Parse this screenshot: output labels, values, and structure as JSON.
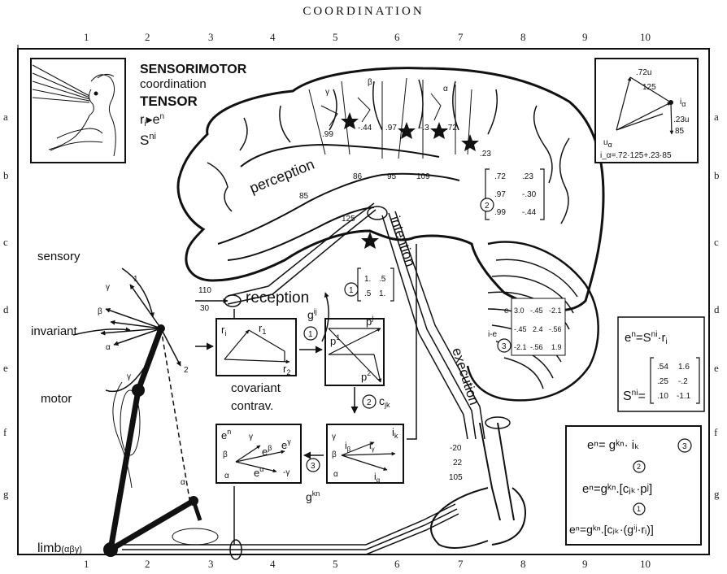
{
  "title": "COORDINATION",
  "grid": {
    "columns": [
      "1",
      "2",
      "3",
      "4",
      "5",
      "6",
      "7",
      "8",
      "9",
      "10"
    ],
    "rows": [
      "a",
      "b",
      "c",
      "d",
      "e",
      "f",
      "g"
    ]
  },
  "header_box": {
    "line1": "SENSORIMOTOR",
    "line2": "coordination",
    "line3": "TENSOR",
    "line4": "r",
    "line4_sub": "i",
    "line4_arrow": "▸",
    "line4_end": "e",
    "line4_end_sup": "n",
    "line5": "S",
    "line5_sup": "ni"
  },
  "left_labels": {
    "sensory": "sensory",
    "invariant": "invariant",
    "motor": "motor",
    "limb": "limb",
    "limb_sub": "(αβγ)",
    "gamma": "γ",
    "beta": "β",
    "alpha": "α",
    "one": "1",
    "two": "2"
  },
  "brain_labels": {
    "perception": "perception",
    "reception": "reception",
    "intention": "intention",
    "execution": "execution",
    "n86": "86",
    "n95": "95",
    "n109": "109",
    "n85": "85",
    "n125": "125",
    "n110": "110",
    "n30": "30",
    "n99": ".99",
    "n44": "-.44",
    "n97": ".97",
    "n3": "-.3",
    "n72": ".72",
    "n23": ".23",
    "beta": "β",
    "gamma": "γ",
    "alpha": "α",
    "nm20": "-20",
    "n22": "22",
    "n105": "105",
    "e_label": "e",
    "ie_label": "i-e"
  },
  "matrix_perception": {
    "circle": "2",
    "rows": [
      [
        ".72",
        ".23"
      ],
      [
        ".97",
        "-.30"
      ],
      [
        ".99",
        "-.44"
      ]
    ]
  },
  "matrix_g": {
    "circle": "1",
    "rows": [
      [
        "1.",
        ".5"
      ],
      [
        ".5",
        "1."
      ]
    ]
  },
  "cerebellum_matrix": {
    "circle": "3",
    "rows": [
      [
        "3.0",
        "-.45",
        "-2.1"
      ],
      [
        "-.45",
        "2.4",
        "-.56"
      ],
      [
        "-2.1",
        "-.56",
        "1.9"
      ]
    ]
  },
  "inset_vector": {
    "u72": ".72u",
    "n125": "125",
    "ia": "i",
    "ia_sub": "α",
    "u23": ".23u",
    "n85": "85",
    "ua": "u",
    "ua_sub": "α",
    "formula": "i_α=.72·125+.23·85"
  },
  "boxes": {
    "box_r": {
      "ri": "r",
      "ri_sub": "i",
      "r1": "r",
      "r1_sub": "1",
      "r2": "r",
      "r2_sub": "2",
      "circle": "1"
    },
    "box_p": {
      "gij": "g",
      "gij_sup": "ij",
      "p1": "p",
      "p1_sup": "1",
      "pj": "p",
      "pj_sup": "j",
      "p2": "p",
      "p2_sup": "2"
    },
    "cjk": {
      "circle": "2",
      "label": "c",
      "label_sub": "jk"
    },
    "mid_labels": {
      "covariant": "covariant",
      "contrav": "contrav."
    },
    "box_e": {
      "en": "e",
      "en_sup": "n",
      "gamma": "γ",
      "ebeta": "e",
      "ebeta_sup": "β",
      "beta": "β",
      "egamma": "e",
      "egamma_sup": "γ",
      "ealpha": "e",
      "ealpha_sup": "α",
      "alpha": "α",
      "mgamma": "-γ",
      "circle": "3",
      "gkn": "g",
      "gkn_sup": "kn"
    },
    "box_i": {
      "ik": "i",
      "ik_sub": "k",
      "gamma": "γ",
      "ibeta": "i",
      "ibeta_sub": "β",
      "igamma": "i",
      "igamma_sub": "γ",
      "beta": "β",
      "alpha": "α",
      "ialpha": "i",
      "ialpha_sub": "α"
    }
  },
  "right_eq": {
    "en_eq": "e",
    "en_sup": "n",
    "eq_rest": "=S",
    "eq_sup": "ni",
    "eq_end": "·r",
    "eq_end_sub": "i",
    "S_label": "S",
    "S_sup": "ni",
    "S_eq": "=",
    "S_rows": [
      [
        ".54",
        "1.6"
      ],
      [
        ".25",
        "-.2"
      ],
      [
        ".10",
        "-1.1"
      ]
    ]
  },
  "formula_box": {
    "f1": "eⁿ= gᵏⁿ· iₖ",
    "c3": "3",
    "c2": "2",
    "f2": "eⁿ=gᵏⁿ.[cⱼₖ·pʲ]",
    "c1": "1",
    "f3": "eⁿ=gᵏⁿ.[cⱼₖ·(gⁱʲ·rᵢ)]"
  },
  "colors": {
    "ink": "#111111",
    "paper": "#ffffff"
  }
}
